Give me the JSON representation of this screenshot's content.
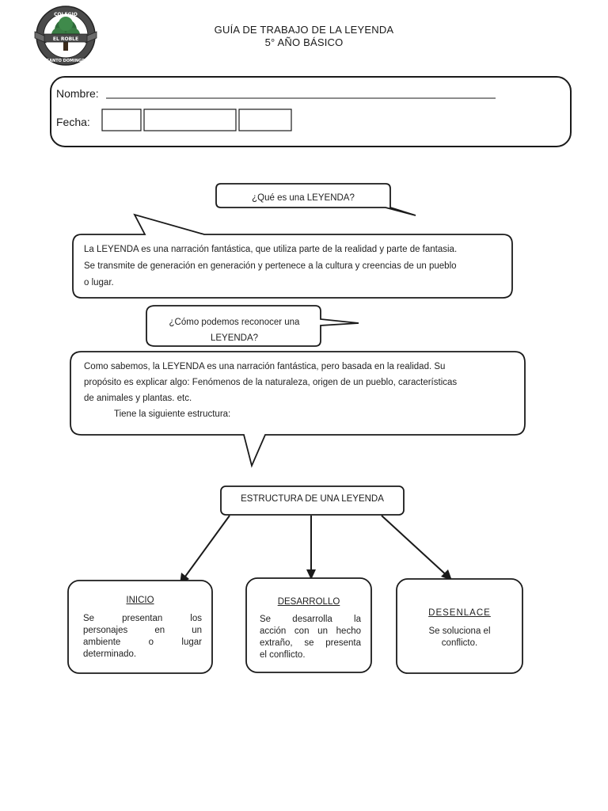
{
  "header": {
    "seal_top": "COLEGIO",
    "seal_banner": "EL ROBLE",
    "seal_bottom": "SANTO DOMINGO",
    "title_line1": "GUÍA DE TRABAJO DE LA LEYENDA",
    "title_line2": "5° AÑO BÁSICO"
  },
  "form": {
    "name_label": "Nombre:",
    "date_label": "Fecha:"
  },
  "q1": {
    "question": "¿Qué es una LEYENDA?",
    "answer_lines": [
      "La LEYENDA es una narración fantástica, que utiliza parte de la realidad y parte de fantasia.",
      "Se transmite de generación en generación y pertenece a la cultura y creencias de un pueblo",
      "o lugar."
    ]
  },
  "q2": {
    "question_lines": [
      "¿Cómo podemos reconocer una",
      "LEYENDA?"
    ],
    "answer_lines": [
      "Como sabemos, la LEYENDA es una narración fantástica, pero basada en la realidad. Su",
      "propósito es explicar algo: Fenómenos de la naturaleza, origen de un pueblo, características",
      "de animales y plantas. etc.",
      "Tiene la siguiente estructura:"
    ]
  },
  "structure": {
    "title": "ESTRUCTURA DE UNA LEYENDA",
    "parts": [
      {
        "title": "INICIO",
        "body_lines": [
          "Se presentan los",
          "personajes en un",
          "ambiente o lugar",
          "determinado."
        ]
      },
      {
        "title": "DESARROLLO",
        "body_lines": [
          "Se desarrolla la",
          "acción con un hecho",
          "extraño, se presenta",
          "el conflicto."
        ]
      },
      {
        "title": "DESENLACE",
        "body_lines": [
          "Se soluciona el",
          "conflicto."
        ]
      }
    ]
  },
  "colors": {
    "ink": "#1a1a1a",
    "seal_green": "#2f6b3a",
    "seal_dark": "#3a3a3a"
  }
}
